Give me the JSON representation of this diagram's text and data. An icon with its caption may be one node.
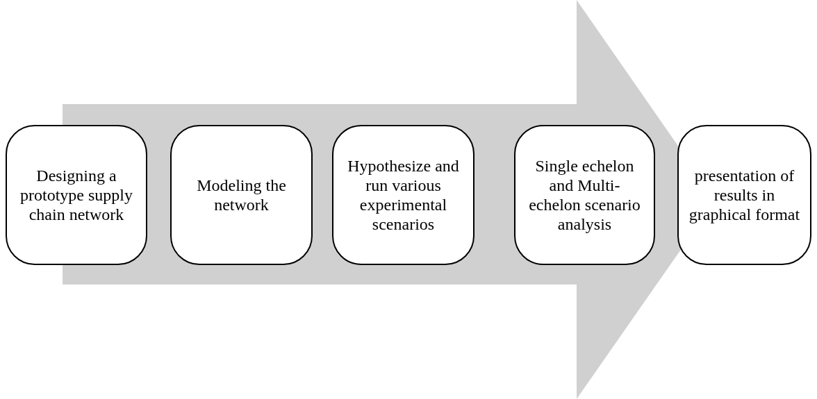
{
  "diagram": {
    "nodes": [
      {
        "text": [
          "Designing a prototype supply chain network"
        ]
      },
      {
        "text": [
          "Modeling the network"
        ]
      },
      {
        "text": [
          "Hypothesize and run various experimental scenarios"
        ]
      },
      {
        "text": [
          "Single echelon and Multi-echelon scenario analysis"
        ]
      },
      {
        "text": [
          "presentation of results in graphical format"
        ]
      }
    ],
    "edges": [
      {
        "from": 0,
        "to": 4,
        "arrow": "to"
      }
    ]
  }
}
